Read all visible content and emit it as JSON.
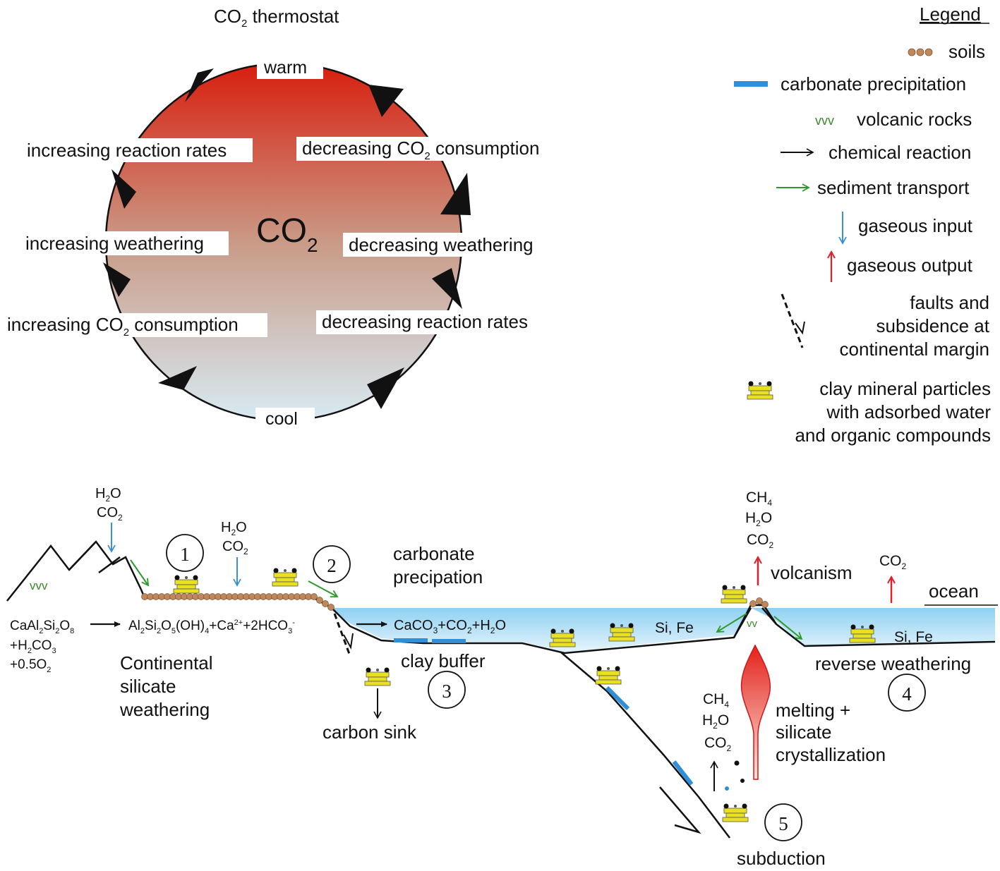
{
  "thermostat": {
    "title_main": "CO",
    "title_sub": "2",
    "title_rest": " thermostat",
    "center_main": "CO",
    "center_sub": "2",
    "warm": "warm",
    "cool": "cool",
    "left_labels": {
      "reaction_rates": "increasing reaction rates",
      "weathering": "increasing weathering",
      "consumption_a": "increasing CO",
      "consumption_sub": "2",
      "consumption_b": " consumption"
    },
    "right_labels": {
      "consumption_a": "decreasing CO",
      "consumption_sub": "2",
      "consumption_b": " consumption",
      "weathering": "decreasing weathering",
      "reaction_rates": "decreasing reaction rates"
    },
    "colors": {
      "warm": "#d81e0e",
      "mid": "#c99a86",
      "cool": "#d7eaf3"
    }
  },
  "legend": {
    "title": "Legend",
    "items": {
      "soils": "soils",
      "carbonate": "carbonate precipitation",
      "volcanic_symbol": "vvv",
      "volcanic": "volcanic rocks",
      "chemical": "chemical reaction",
      "sediment": "sediment transport",
      "gas_in": "gaseous input",
      "gas_out": "gaseous output",
      "faults": [
        "faults and",
        "subsidence at",
        "continental margin"
      ],
      "clay": [
        "clay mineral particles",
        "with adsorbed water",
        "and organic compounds"
      ]
    },
    "colors": {
      "soil": "#c0885a",
      "carbonate": "#2f8fd8",
      "volcanic": "#3a8a2a",
      "sediment": "#2e9a2e",
      "gas_in": "#3a8fd6",
      "gas_out": "#e0202a",
      "clay": "#e8e020"
    }
  },
  "section": {
    "circles": [
      "1",
      "2",
      "3",
      "4",
      "5"
    ],
    "inputs": {
      "h2o_main": "H",
      "h2o_sub": "2",
      "h2o_rest": "O",
      "co2_main": "CO",
      "co2_sub": "2",
      "ch4_main": "CH",
      "ch4_sub": "4"
    },
    "volcanic_symbol": "vvv",
    "volcano_symbol": "vv",
    "carbonate_precipitation": [
      "carbonate",
      "precipation"
    ],
    "volcanism": "volcanism",
    "ocean": "ocean",
    "si_fe": "Si, Fe",
    "reverse_weathering": "reverse weathering",
    "clay_buffer": "clay buffer",
    "carbon_sink": "carbon sink",
    "continental": [
      "Continental",
      "silicate",
      "weathering"
    ],
    "melting": [
      "melting +",
      "silicate",
      "crystallization"
    ],
    "subduction": "subduction",
    "reactant": {
      "a": "CaAl",
      "a2": "2",
      "a3": "Si",
      "a4": "2",
      "a5": "O",
      "a6": "8",
      "b": "+H",
      "b2": "2",
      "b3": "CO",
      "b4": "3",
      "c": "+0.5O",
      "c2": "2"
    },
    "product1": {
      "a": "Al",
      "a2": "2",
      "a3": "Si",
      "a4": "2",
      "a5": "O",
      "a6": "5",
      "a7": "(OH)",
      "a8": "4",
      "a9": "+Ca",
      "a10": "2+",
      "a11": "+2HCO",
      "a12": "3",
      "a13": "-"
    },
    "product2": {
      "a": "CaCO",
      "a2": "3",
      "a3": "+CO",
      "a4": "2",
      "a5": "+H",
      "a6": "2",
      "a7": "O"
    }
  }
}
